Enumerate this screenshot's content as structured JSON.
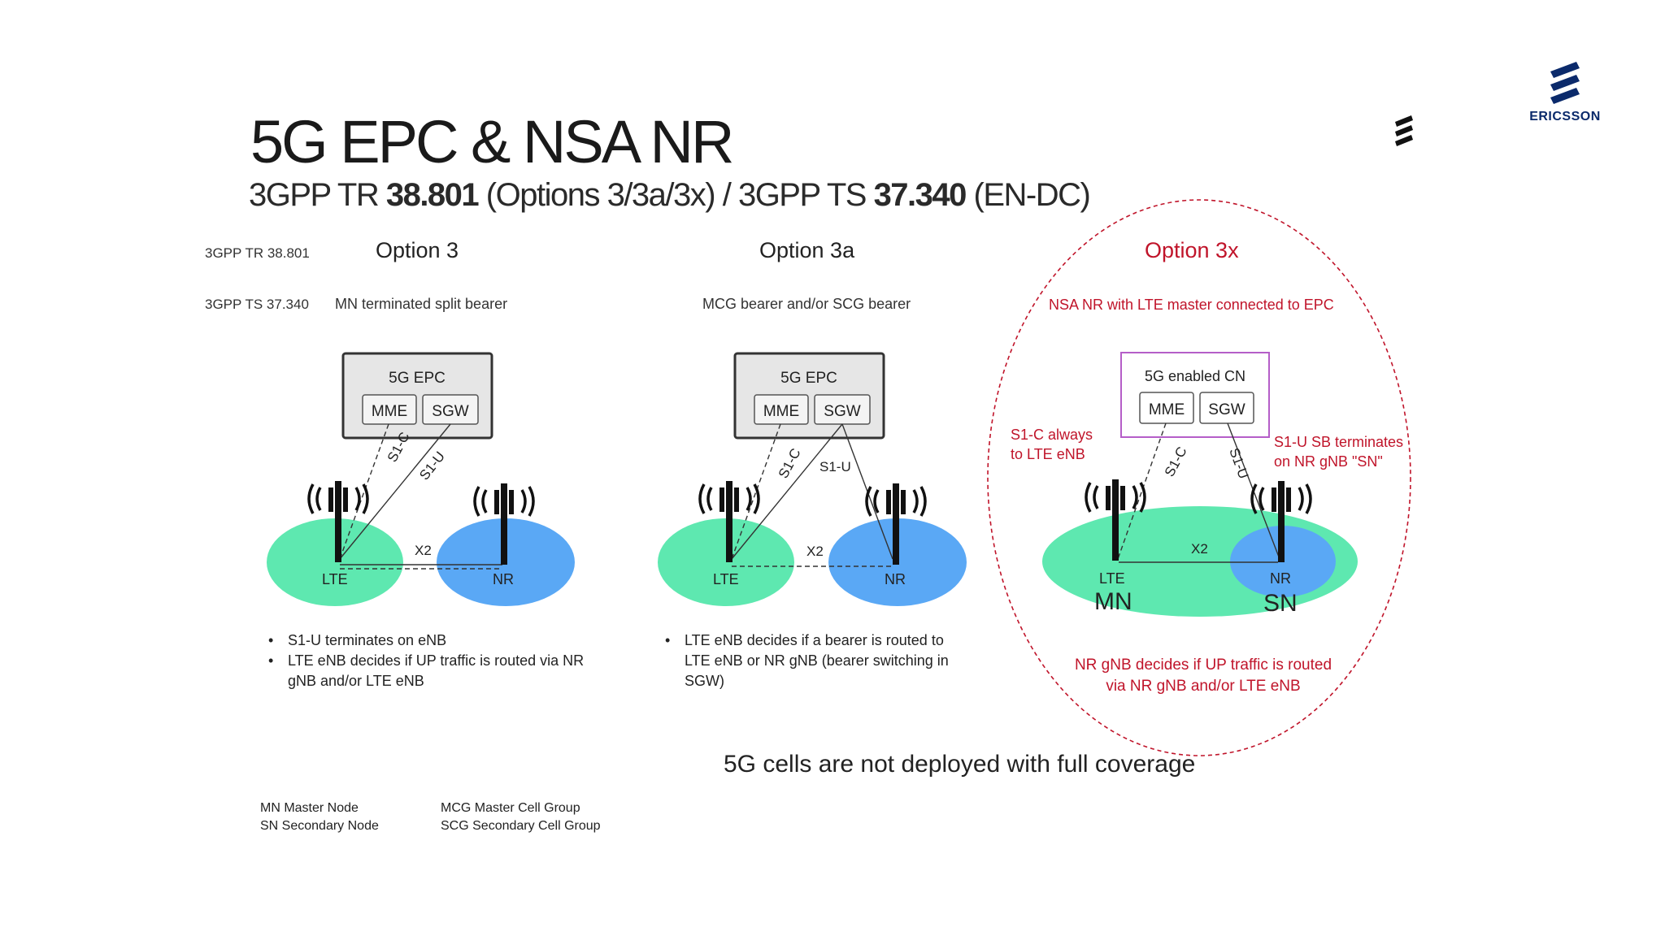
{
  "title": "5G EPC & NSA NR",
  "subtitle": {
    "part1": "3GPP TR ",
    "part2": "38.801",
    "part3": " (Options 3/3a/3x) / 3GPP TS ",
    "part4": "37.340",
    "part5": " (EN-DC)"
  },
  "row_labels": {
    "tr": "3GPP TR 38.801",
    "ts": "3GPP TS 37.340"
  },
  "brand": {
    "name": "ERICSSON",
    "color": "#0b2a6b"
  },
  "colors": {
    "lte": "#5ee8b0",
    "nr": "#5aa8f5",
    "red": "#c0142a"
  },
  "options": [
    {
      "name": "Option 3",
      "description": "MN terminated split bearer",
      "core": {
        "label": "5G EPC",
        "mme": "MME",
        "sgw": "SGW"
      },
      "links": {
        "s1c": "S1-C",
        "s1u": "S1-U",
        "x2": "X2"
      },
      "cells": {
        "lte": "LTE",
        "nr": "NR"
      },
      "bullets": [
        "S1-U terminates on eNB",
        "LTE eNB decides if UP traffic is routed via NR gNB and/or LTE eNB"
      ]
    },
    {
      "name": "Option 3a",
      "description": "MCG bearer and/or SCG bearer",
      "core": {
        "label": "5G EPC",
        "mme": "MME",
        "sgw": "SGW"
      },
      "links": {
        "s1c": "S1-C",
        "s1u": "S1-U",
        "x2": "X2"
      },
      "cells": {
        "lte": "LTE",
        "nr": "NR"
      },
      "bullets": [
        "LTE eNB decides if a bearer is routed to LTE eNB or NR gNB (bearer switching in SGW)"
      ]
    },
    {
      "name": "Option 3x",
      "description": "NSA NR with LTE master connected to EPC",
      "core": {
        "label": "5G enabled CN",
        "mme": "MME",
        "sgw": "SGW"
      },
      "links": {
        "s1c": "S1-C",
        "s1u": "S1-U",
        "x2": "X2"
      },
      "cells": {
        "lte": "LTE",
        "nr": "NR",
        "mn": "MN",
        "sn": "SN"
      },
      "annotations": {
        "left_line1": "S1-C always",
        "left_line2": "to LTE eNB",
        "right_line1": "S1-U  SB terminates",
        "right_line2": "on NR gNB \"SN\""
      },
      "note_line1": "NR gNB decides if UP traffic is routed",
      "note_line2": "via NR gNB and/or LTE eNB"
    }
  ],
  "footer": "5G cells are not deployed with full coverage",
  "legend": {
    "mn": "MN Master Node",
    "sn": "SN  Secondary Node",
    "mcg": "MCG Master Cell Group",
    "scg": "SCG Secondary Cell Group"
  }
}
